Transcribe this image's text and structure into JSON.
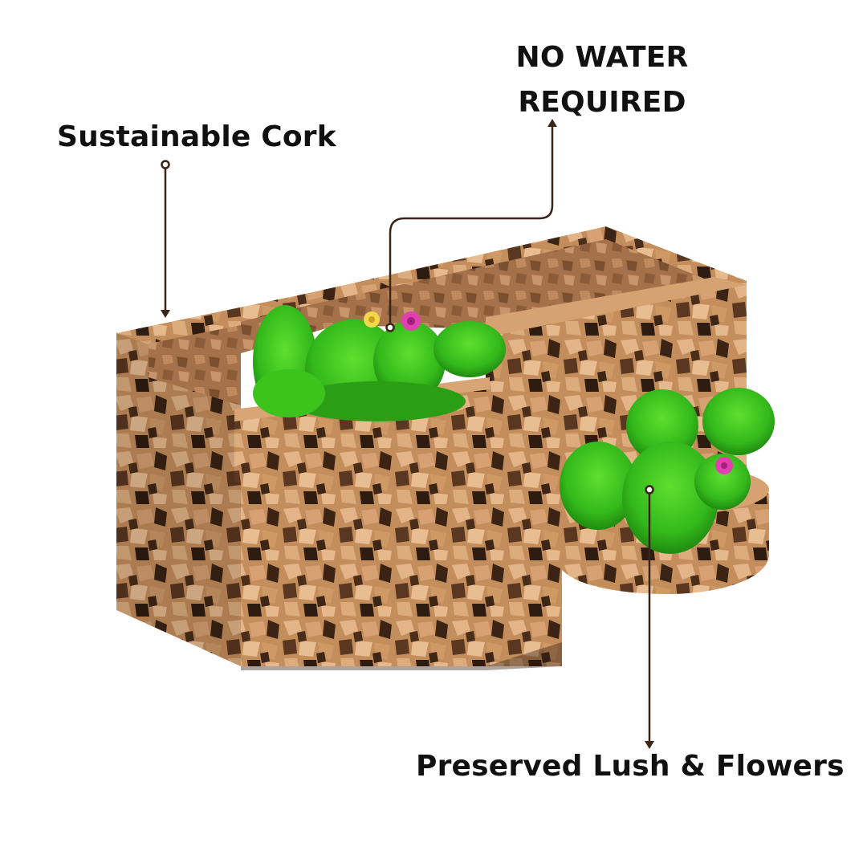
{
  "callouts": {
    "cork": "Sustainable Cork",
    "water_line1": "NO WATER",
    "water_line2": "REQUIRED",
    "moss": "Preserved Lush & Flowers"
  },
  "colors": {
    "text": "#111111",
    "leader_line": "#3b2418",
    "cork_light": "#d9a878",
    "cork_mid": "#b98253",
    "cork_dark": "#3a2313",
    "moss": "#3fcf1f",
    "moss_dark": "#239a14",
    "flower_pink": "#e040b0",
    "flower_yellow": "#f2d84a"
  }
}
